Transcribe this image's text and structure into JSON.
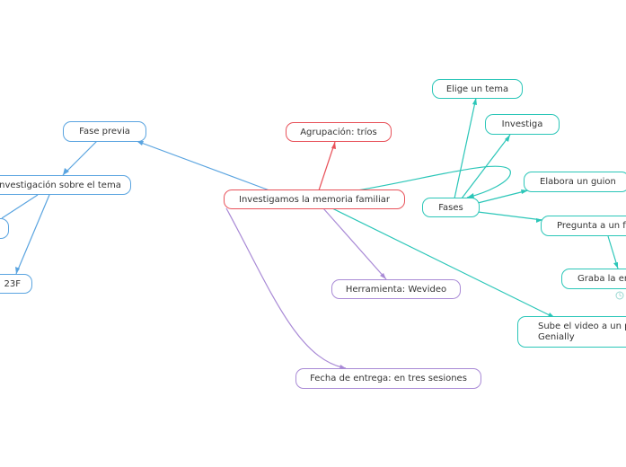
{
  "colors": {
    "blue": "#5aa4e0",
    "red": "#e8525a",
    "purple": "#a98ad6",
    "teal": "#2bc6b8",
    "text": "#333333"
  },
  "map": {
    "central": "Investigamos la memoria familiar",
    "fase_previa": "Fase previa",
    "investigacion": "nvestigación sobre el tema",
    "node_23f": "23F",
    "agrupacion": "Agrupación: tríos",
    "herramienta": "Herramienta: Wevideo",
    "fecha": "Fecha de entrega: en tres sesiones",
    "fases": "Fases",
    "elige": "Elige un tema",
    "investiga": "Investiga",
    "elabora": "Elabora un guion",
    "pregunta": "Pregunta a un f",
    "graba": "Graba la en",
    "sube": "Sube el video a un p Genially"
  }
}
